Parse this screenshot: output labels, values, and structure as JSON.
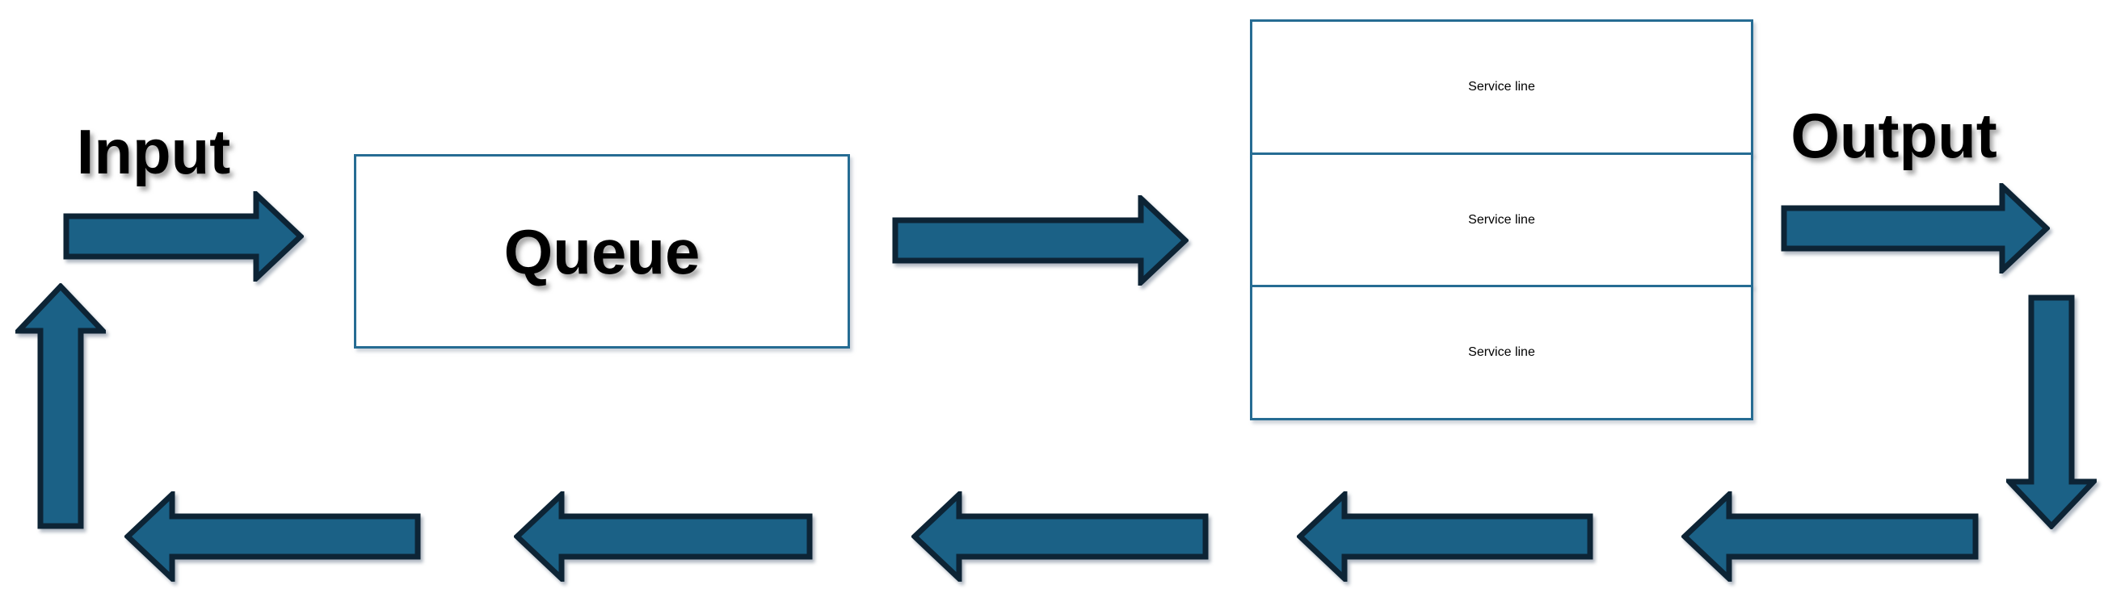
{
  "diagram": {
    "background": "#FFFFFF",
    "colors": {
      "arrow_fill": "#1B6186",
      "arrow_outline": "#0D2435",
      "box_border": "#266C93",
      "label_text": "#000000"
    },
    "labels": {
      "input": "Input",
      "output": "Output"
    },
    "queue_box": {
      "label": "Queue"
    },
    "service_lines": [
      "Service line",
      "Service line",
      "Service line"
    ]
  }
}
